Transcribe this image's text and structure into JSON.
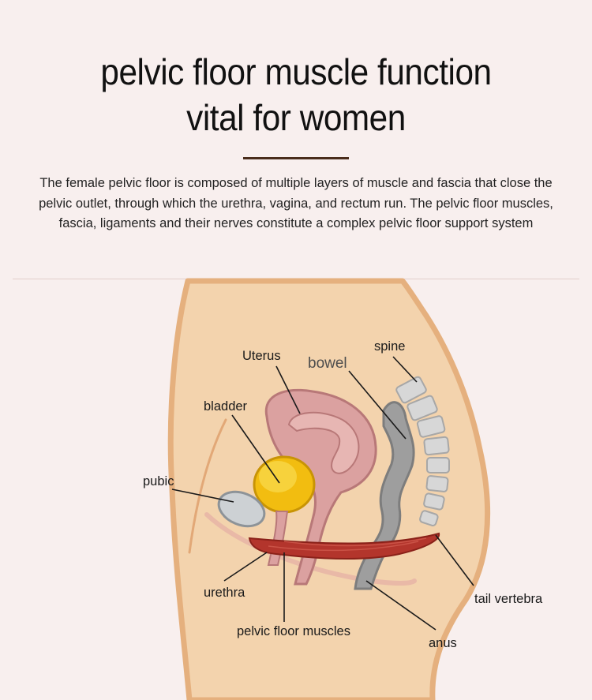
{
  "header": {
    "title_line1": "pelvic floor muscle function",
    "title_line2": "vital for women",
    "description": "The female pelvic floor is composed of multiple layers of muscle and fascia that close the pelvic outlet, through which the urethra, vagina, and rectum run. The pelvic floor muscles, fascia, ligaments and their nerves constitute a complex pelvic floor support system"
  },
  "diagram": {
    "labels": {
      "uterus": "Uterus",
      "bowel": "bowel",
      "spine": "spine",
      "bladder": "bladder",
      "pubic": "pubic",
      "urethra": "urethra",
      "pelvic_floor_muscles": "pelvic floor muscles",
      "tail_vertebra": "tail vertebra",
      "anus": "anus"
    },
    "colors": {
      "skin": "#f3d3ad",
      "skin_outline": "#e5b07e",
      "uterus": "#d99e9e",
      "bladder": "#f2bd10",
      "muscle": "#b3352c",
      "bowel": "#9a9a9a",
      "spine": "#cfcfcf"
    }
  }
}
